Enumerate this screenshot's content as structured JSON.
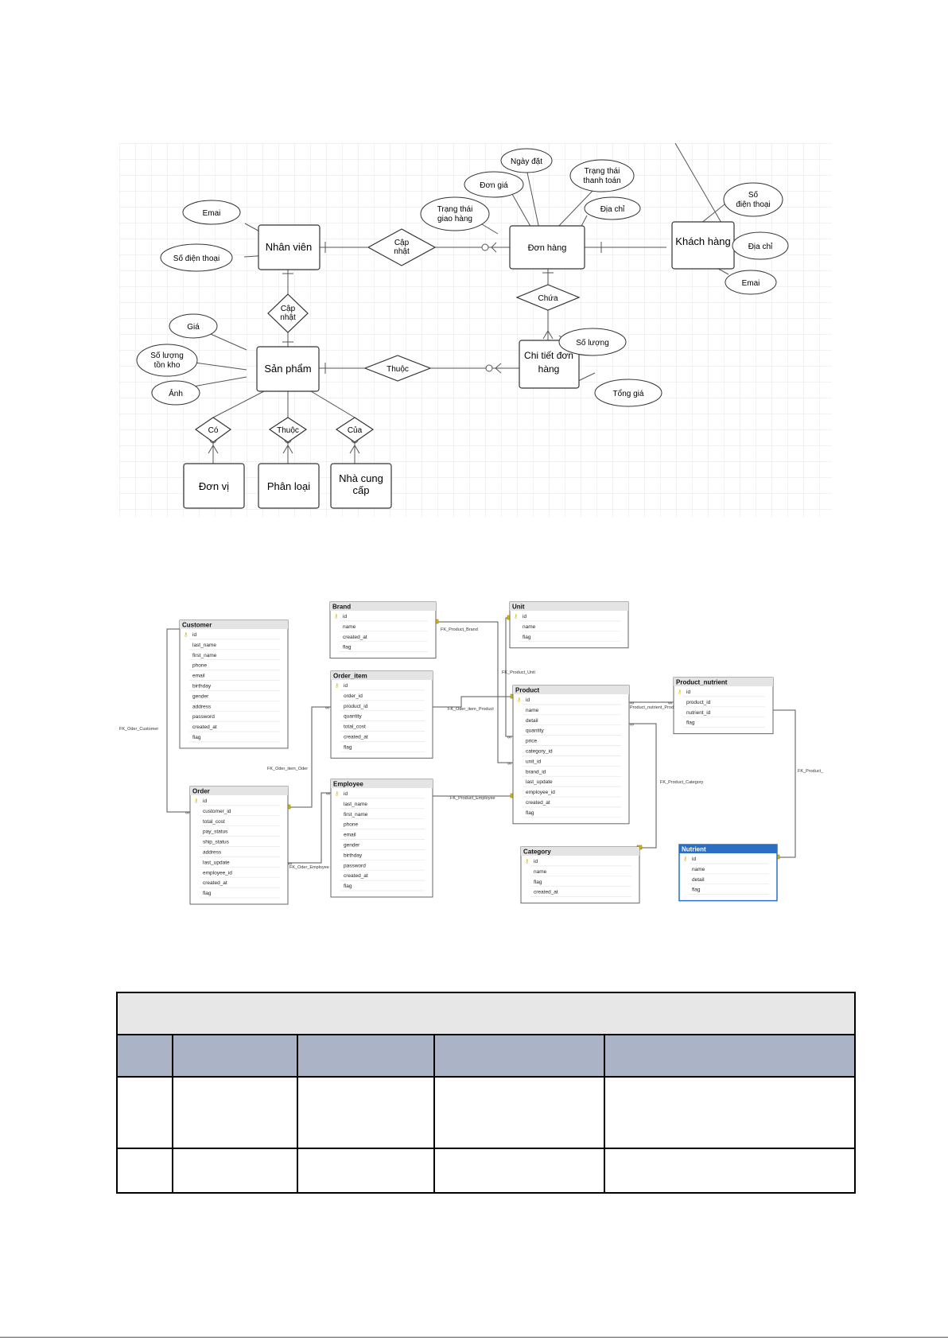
{
  "er_diagram": {
    "entities": {
      "nhan_vien": "Nhân viên",
      "don_hang": "Đơn hàng",
      "khach_hang": "Khách hàng",
      "san_pham": "Sản phẩm",
      "chi_tiet": [
        "Chi tiết đơn",
        "hàng"
      ],
      "don_vi": "Đơn vị",
      "phan_loai": "Phân loại",
      "nha_cung_cap": [
        "Nhà cung",
        "cấp"
      ]
    },
    "relationships": {
      "cap_nhat_1": [
        "Cập",
        "nhật"
      ],
      "cap_nhat_2": [
        "Cập",
        "nhật"
      ],
      "chua": "Chứa",
      "thuoc_1": "Thuộc",
      "co": "Có",
      "thuoc_2": "Thuộc",
      "cua": "Của"
    },
    "attributes": {
      "emai_nv": "Emai",
      "sdt_nv": "Số điện thoại",
      "ngay_dat": "Ngày đặt",
      "don_gia": "Đơn giá",
      "trang_thai_tt": [
        "Trạng thái",
        "thanh toán"
      ],
      "trang_thai_gh": [
        "Trạng thái",
        "giao hàng"
      ],
      "dia_chi_dh": "Địa chỉ",
      "sdt_kh": [
        "Số",
        "điện thoại"
      ],
      "dia_chi_kh": "Địa chỉ",
      "emai_kh": "Emai",
      "gia": "Giá",
      "so_luong_ton": [
        "Số lượng",
        "tồn kho"
      ],
      "anh": "Ảnh",
      "so_luong": "Số lượng",
      "tong_gia": "Tổng giá"
    }
  },
  "db_diagram": {
    "tables": [
      {
        "key": "customer",
        "name": "Customer",
        "fields": [
          "id",
          "last_name",
          "first_name",
          "phone",
          "email",
          "birthday",
          "gender",
          "address",
          "password",
          "created_at",
          "flag"
        ]
      },
      {
        "key": "brand",
        "name": "Brand",
        "fields": [
          "id",
          "name",
          "created_at",
          "flag"
        ]
      },
      {
        "key": "unit",
        "name": "Unit",
        "fields": [
          "id",
          "name",
          "flag"
        ]
      },
      {
        "key": "order_item",
        "name": "Order_item",
        "fields": [
          "id",
          "order_id",
          "product_id",
          "quantity",
          "total_cost",
          "created_at",
          "flag"
        ]
      },
      {
        "key": "product",
        "name": "Product",
        "fields": [
          "id",
          "name",
          "detail",
          "quantity",
          "price",
          "category_id",
          "unit_id",
          "brand_id",
          "last_update",
          "employee_id",
          "created_at",
          "flag"
        ]
      },
      {
        "key": "product_nutrient",
        "name": "Product_nutrient",
        "fields": [
          "id",
          "product_id",
          "nutrient_id",
          "flag"
        ]
      },
      {
        "key": "order",
        "name": "Order",
        "fields": [
          "id",
          "customer_id",
          "total_cost",
          "pay_status",
          "ship_status",
          "address",
          "last_update",
          "employee_id",
          "created_at",
          "flag"
        ]
      },
      {
        "key": "employee",
        "name": "Employee",
        "fields": [
          "id",
          "last_name",
          "first_name",
          "phone",
          "email",
          "gender",
          "birthday",
          "password",
          "created_at",
          "flag"
        ]
      },
      {
        "key": "category",
        "name": "Category",
        "fields": [
          "id",
          "name",
          "flag",
          "created_at"
        ]
      },
      {
        "key": "nutrient",
        "name": "Nutrient",
        "fields": [
          "id",
          "name",
          "detail",
          "flag"
        ]
      }
    ],
    "fk_labels": {
      "fk_order_customer": "FK_Oder_Customer",
      "fk_product_brand": "FK_Product_Brand",
      "fk_product_unit": "FK_Product_Unit",
      "fk_order_item_product": "FK_Oder_item_Product",
      "fk_product_nutrient": "Product_nutrient_Prod",
      "fk_order_item_order": "FK_Oder_item_Oder",
      "fk_product_employee": "FK_Product_Employee",
      "fk_product_category": "FK_Product_Category",
      "fk_product_right": "FK_Product_",
      "fk_order_employee": "FK_Oder_Employee"
    }
  },
  "colors": {
    "accent_header": "#2a6fc4",
    "key_icon": "#d9b800",
    "table_title_bg": "#e7e7e7",
    "table_head_bg": "#aab4c6"
  }
}
